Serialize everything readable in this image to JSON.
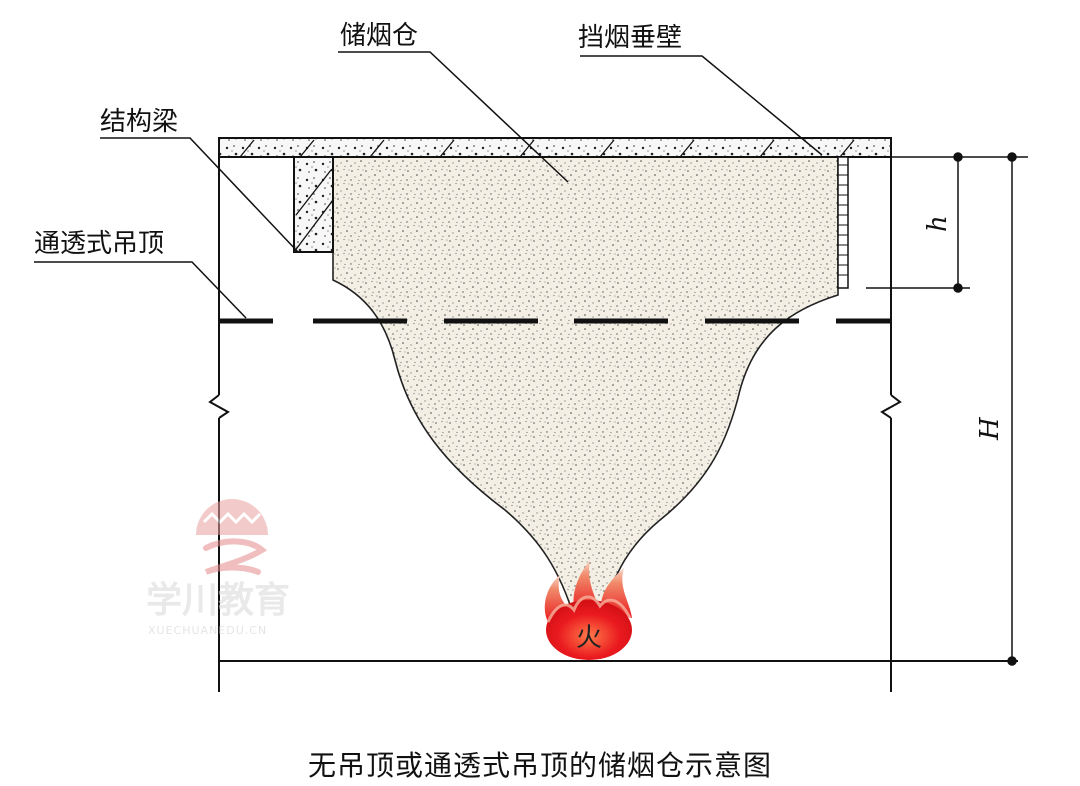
{
  "labels": {
    "smoke_reservoir": "储烟仓",
    "smoke_barrier": "挡烟垂壁",
    "structural_beam": "结构梁",
    "open_ceiling": "通透式吊顶",
    "dim_h": "h",
    "dim_H": "H",
    "fire": "火"
  },
  "caption": "无吊顶或通透式吊顶的储烟仓示意图",
  "watermark": {
    "brand": "学川教育",
    "url": "XUECHUANEDU.CN"
  },
  "colors": {
    "line": "#111111",
    "smoke_fill": "#f1ecdf",
    "fire_red": "#e8141a",
    "fire_orange": "#f2913a",
    "watermark": "#e89a9a"
  }
}
